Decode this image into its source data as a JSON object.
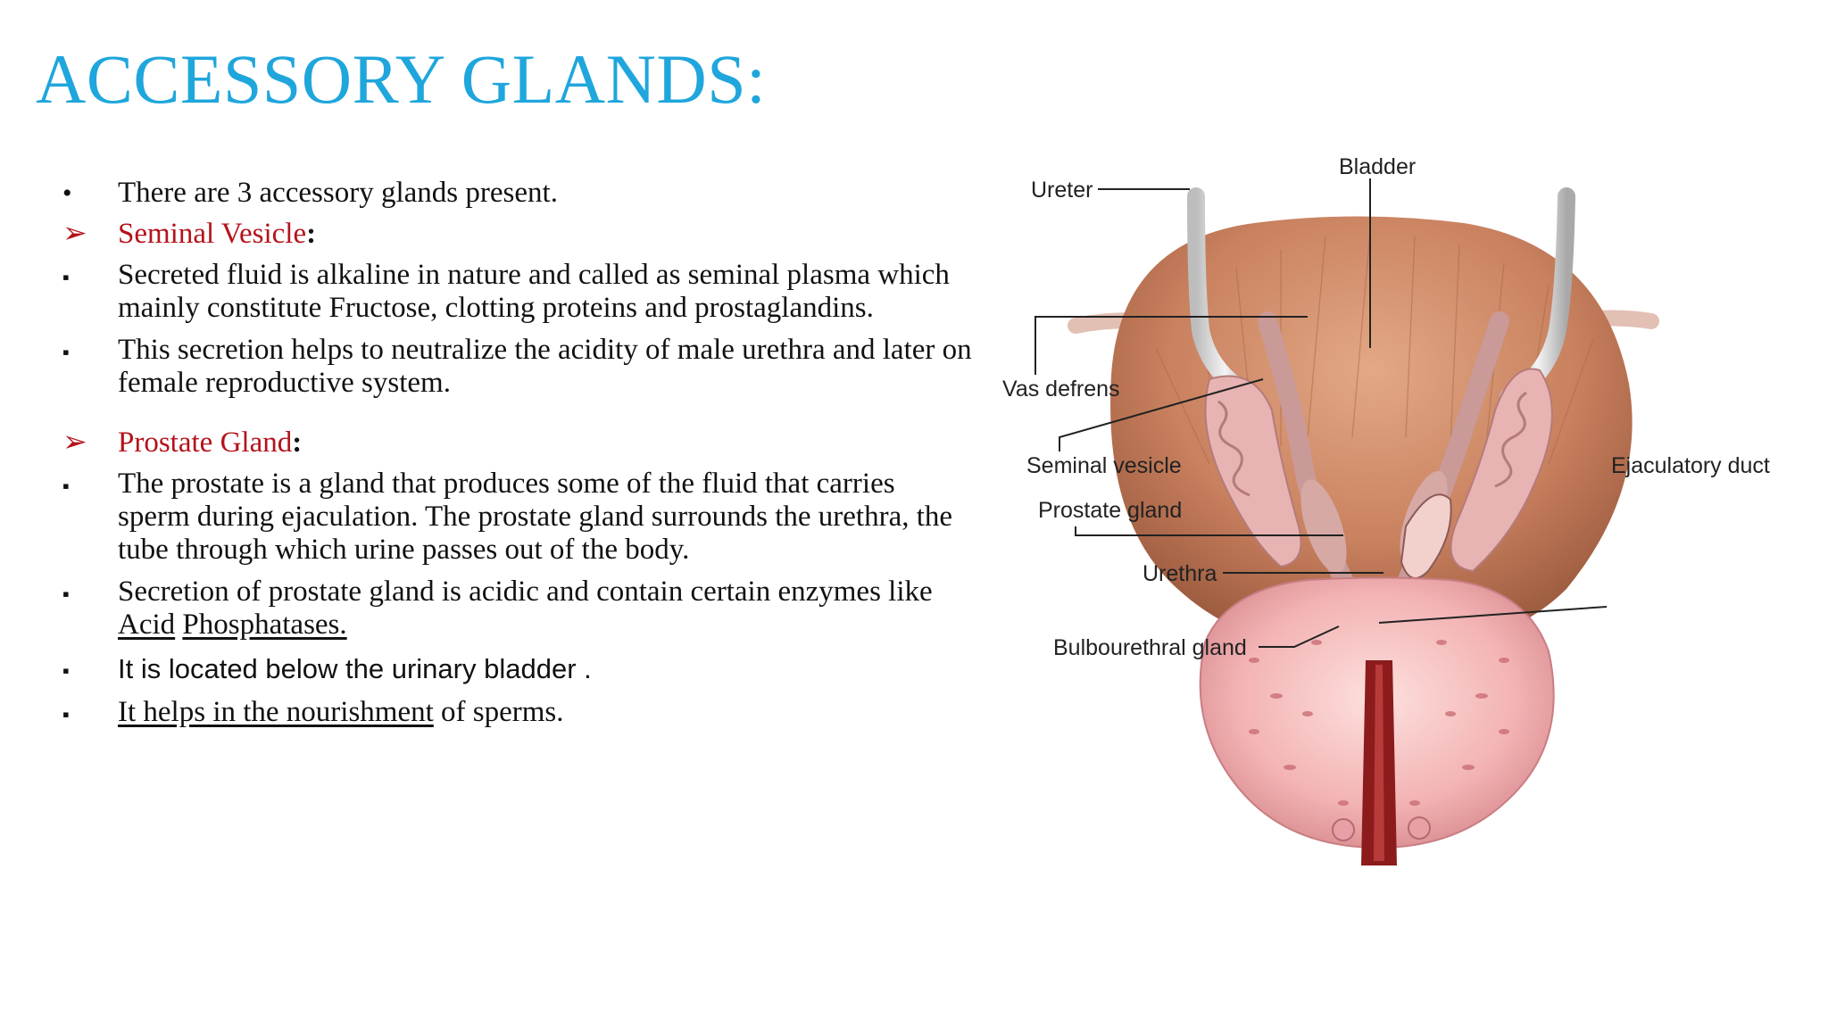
{
  "slide": {
    "title": "ACCESSORY GLANDS:",
    "intro": "There are 3 accessory glands present.",
    "seminal_heading": "Seminal Vesicle",
    "seminal_points": [
      "Secreted fluid is alkaline in nature and called as seminal plasma which mainly constitute Fructose, clotting proteins and prostaglandins.",
      "This secretion helps to neutralize the acidity of male urethra and later on female reproductive system."
    ],
    "prostate_heading": "Prostate Gland",
    "prostate_point_1": "The prostate is a gland that produces some of the fluid that carries sperm during ejaculation. The prostate gland surrounds the urethra, the tube through which urine passes out of the body.",
    "prostate_point_2_prefix": "Secretion of prostate gland is acidic and contain certain enzymes like ",
    "prostate_point_2_link1": "Acid",
    "prostate_point_2_link2": "Phosphatases.",
    "prostate_point_3": "It is located below the urinary bladder .",
    "prostate_point_4_link": "It helps in the nourishment",
    "prostate_point_4_suffix": " of sperms.",
    "colon": ":",
    "period": ".",
    "markers": {
      "dot": "•",
      "arrow": "➢",
      "square": "▪"
    }
  },
  "diagram_labels": {
    "bladder": "Bladder",
    "ureter": "Ureter",
    "vas": "Vas defrens",
    "seminal": "Seminal vesicle",
    "ejac": "Ejaculatory duct",
    "prostate": "Prostate gland",
    "urethra": "Urethra",
    "bulbo": "Bulbourethral gland"
  },
  "colors": {
    "title": "#1fa6dc",
    "heading_red": "#b5121b",
    "bladder": "#c9815f",
    "prostate": "#f3b3b4",
    "urethra": "#8c1c1c",
    "ureter": "#d9d9d9"
  }
}
